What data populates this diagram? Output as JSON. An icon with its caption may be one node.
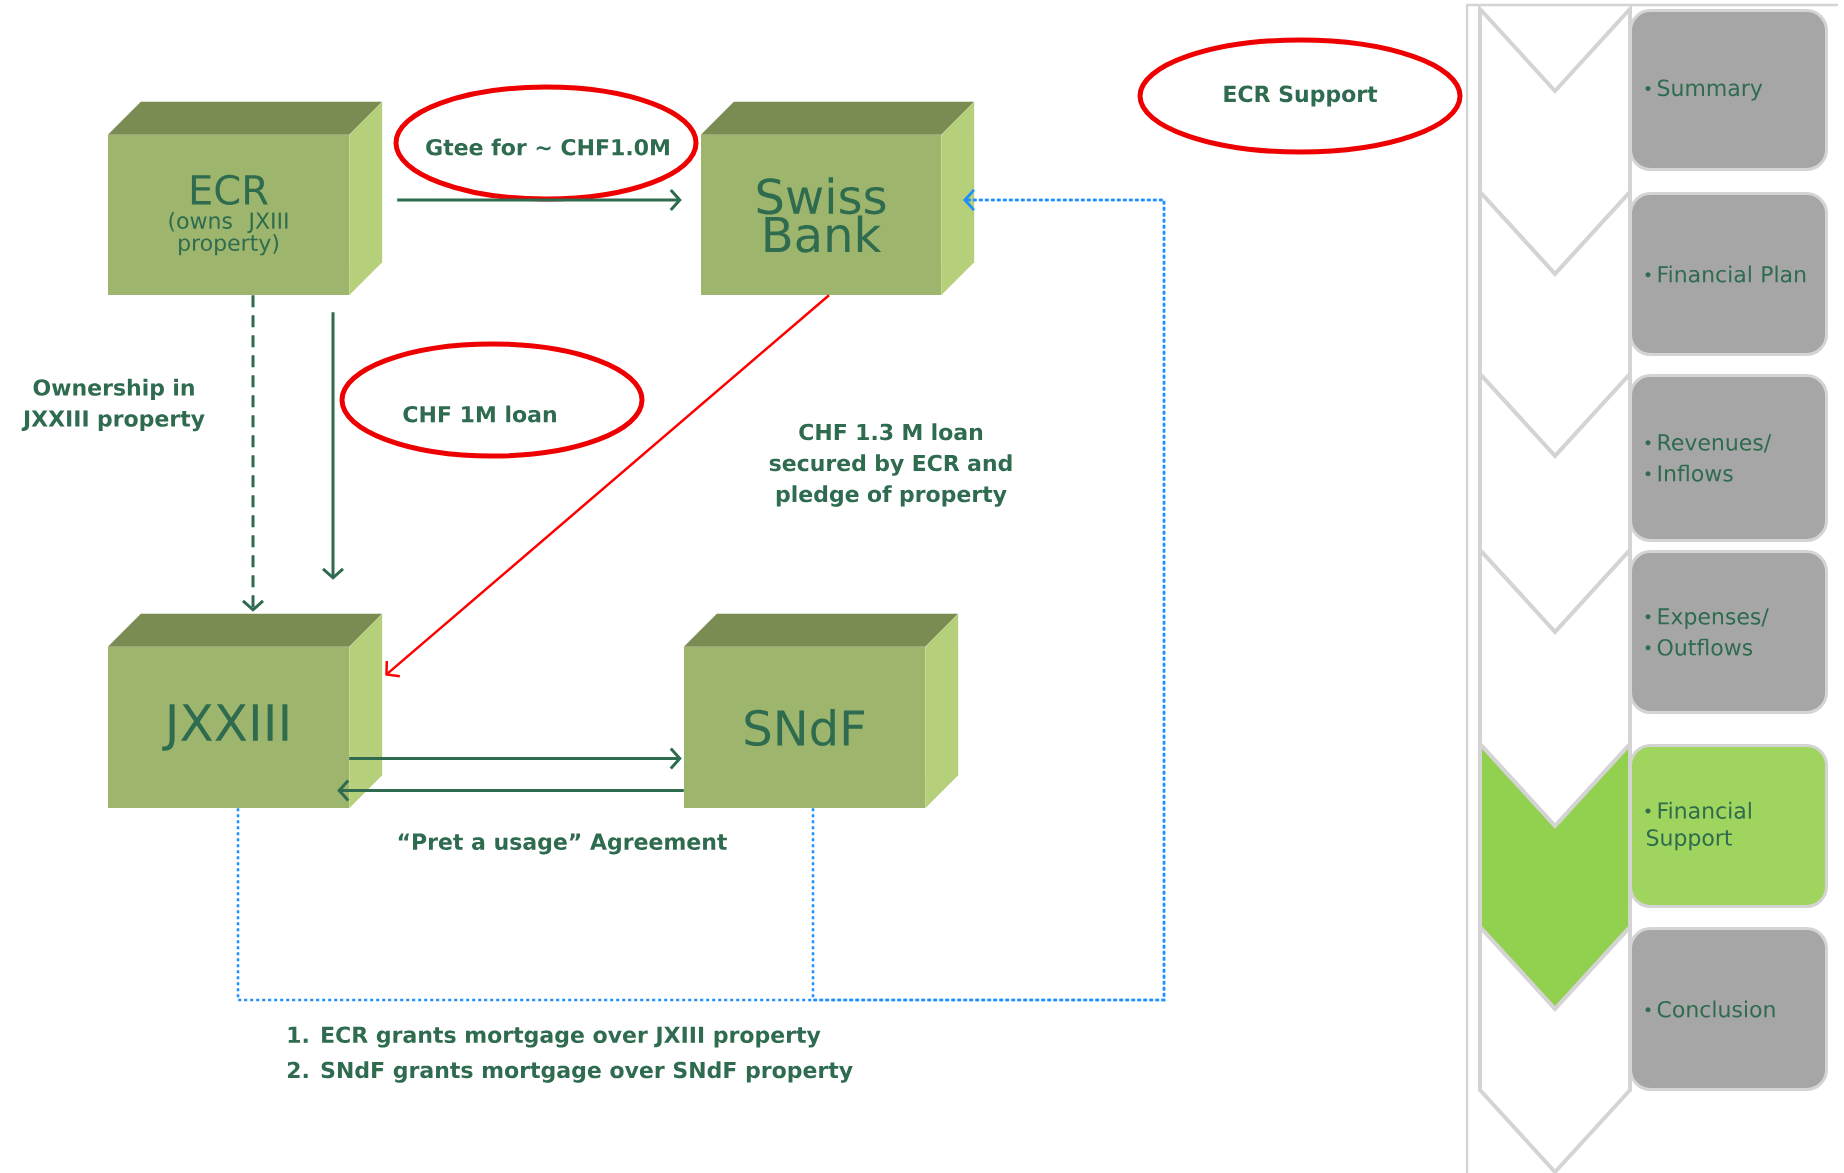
{
  "diagram": {
    "nodes": [
      {
        "text": [
          "ECR",
          "(owns JXIII property)"
        ]
      },
      {
        "text": [
          "Swiss Bank"
        ]
      },
      {
        "text": [
          "JXXIII"
        ]
      },
      {
        "text": [
          "SNdF"
        ]
      },
      {
        "text": [
          "ECR Support"
        ]
      },
      {
        "text": [
          "Summary"
        ]
      },
      {
        "text": [
          "Financial Plan"
        ]
      },
      {
        "text": [
          "Revenues/",
          "Inflows"
        ]
      },
      {
        "text": [
          "Expenses/",
          "Outflows"
        ]
      },
      {
        "text": [
          "Financial Support"
        ]
      },
      {
        "text": [
          "Conclusion"
        ]
      },
      {
        "text": [],
        "shape": "ellipse"
      },
      {
        "text": [],
        "shape": "ellipse"
      }
    ],
    "edges": [
      {
        "from": 0,
        "to": 1,
        "arrow": "to",
        "label": "Gtee for ~ CHF1.0M"
      },
      {
        "from": 0,
        "to": 2,
        "arrow": "to",
        "style": "dashed",
        "label": "Ownership in JXXIII property"
      },
      {
        "from": 0,
        "to": 2,
        "arrow": "to",
        "label": "CHF 1M loan"
      },
      {
        "from": 1,
        "to": 2,
        "arrow": "to",
        "color": "#ff0000",
        "label": "CHF 1.3 M loan secured by ECR and pledge of property"
      },
      {
        "from": 2,
        "to": 3,
        "arrow": "to"
      },
      {
        "from": 3,
        "to": 2,
        "arrow": "to",
        "label": "“Pret a usage” Agreement"
      },
      {
        "from": 2,
        "to": 1,
        "arrow": "to",
        "style": "dashed",
        "color": "#1e90ff"
      },
      {
        "from": 3,
        "to": 1,
        "arrow": "to",
        "style": "dashed",
        "color": "#1e90ff"
      }
    ],
    "labels": [
      "1. ECR grants mortgage over JXIII property",
      "2. SNdF grants mortgage over SNdF property"
    ]
  }
}
